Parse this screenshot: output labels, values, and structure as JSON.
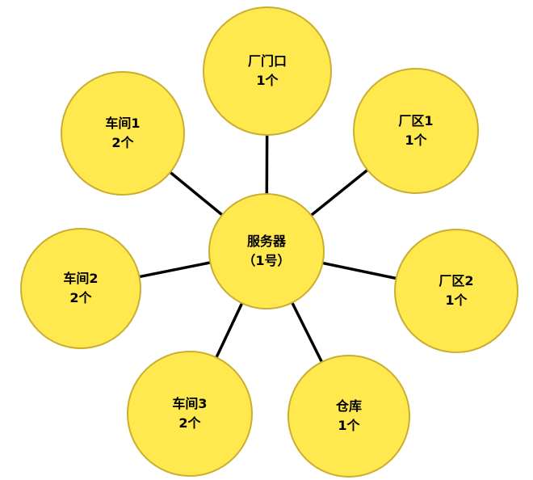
{
  "diagram": {
    "title": "camera-server-topology",
    "colors": {
      "node_fill": "#ffe94e",
      "node_border": "#c9ae2f",
      "line": "#000000"
    },
    "center": {
      "title": "服务器",
      "subtitle": "（1号）"
    },
    "nodes": [
      {
        "id": "factory-gate",
        "position": "top",
        "title": "厂门口",
        "count": "1个"
      },
      {
        "id": "factory-area-1",
        "position": "top-right",
        "title": "厂区1",
        "count": "1个"
      },
      {
        "id": "factory-area-2",
        "position": "right",
        "title": "厂区2",
        "count": "1个"
      },
      {
        "id": "warehouse",
        "position": "bottom-right",
        "title": "仓库",
        "count": "1个"
      },
      {
        "id": "workshop-3",
        "position": "bottom-left",
        "title": "车间3",
        "count": "2个"
      },
      {
        "id": "workshop-2",
        "position": "left",
        "title": "车间2",
        "count": "2个"
      },
      {
        "id": "workshop-1",
        "position": "top-left",
        "title": "车间1",
        "count": "2个"
      }
    ]
  }
}
